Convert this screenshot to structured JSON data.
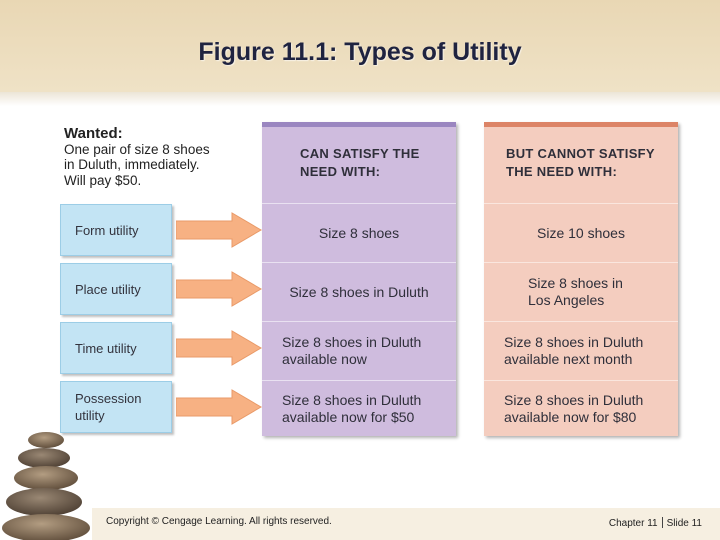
{
  "title": "Figure 11.1: Types of Utility",
  "wanted": {
    "heading": "Wanted:",
    "lines": [
      "One pair of size 8 shoes",
      "in Duluth, immediately.",
      "Will pay $50."
    ]
  },
  "utilities": [
    "Form utility",
    "Place utility",
    "Time utility",
    "Possession utility"
  ],
  "columns": {
    "satisfy_header": [
      "CAN SATISFY THE",
      "NEED WITH:"
    ],
    "cannot_header": [
      "BUT CANNOT SATISFY",
      "THE NEED WITH:"
    ],
    "satisfy": [
      [
        "Size 8 shoes"
      ],
      [
        "Size 8 shoes in Duluth"
      ],
      [
        "Size 8 shoes in Duluth",
        "available now"
      ],
      [
        "Size 8 shoes in Duluth",
        "available now for $50"
      ]
    ],
    "cannot": [
      [
        "Size 10 shoes"
      ],
      [
        "Size 8 shoes in",
        "Los Angeles"
      ],
      [
        "Size 8 shoes in Duluth",
        "available next month"
      ],
      [
        "Size 8 shoes in Duluth",
        "available now for $80"
      ]
    ]
  },
  "footer": {
    "copyright": "Copyright © Cengage Learning. All rights reserved.",
    "chapter": "Chapter 11",
    "slide": "Slide 11"
  },
  "colors": {
    "blue_box": "#c3e4f4",
    "purple_column": "#cfbcde",
    "red_column": "#f4cdbf",
    "arrow": "#f7b183",
    "title": "#1f2340"
  }
}
